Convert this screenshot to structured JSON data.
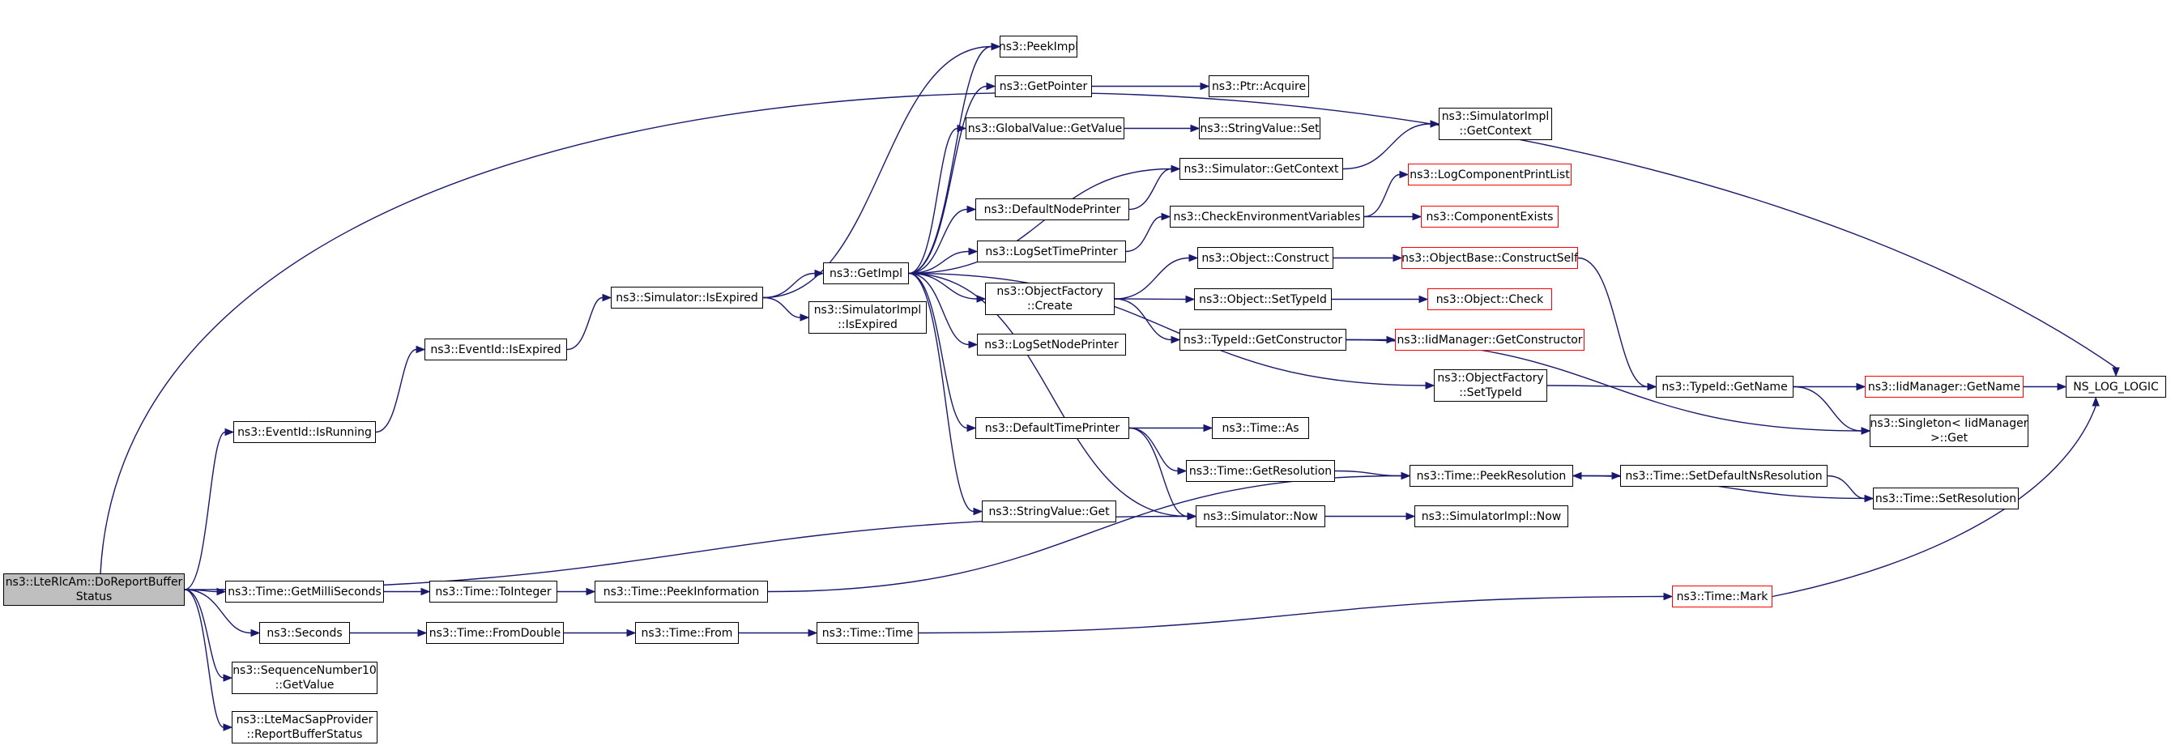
{
  "diagram": {
    "nodes": [
      {
        "id": "root",
        "lines": [
          "ns3::LteRlcAm::DoReportBuffer",
          "Status"
        ],
        "style": "root"
      },
      {
        "id": "isRunning",
        "lines": [
          "ns3::EventId::IsRunning"
        ],
        "style": "normal"
      },
      {
        "id": "getMilli",
        "lines": [
          "ns3::Time::GetMilliSeconds"
        ],
        "style": "normal"
      },
      {
        "id": "seconds",
        "lines": [
          "ns3::Seconds"
        ],
        "style": "normal"
      },
      {
        "id": "seqGetValue",
        "lines": [
          "ns3::SequenceNumber10",
          "::GetValue"
        ],
        "style": "normal"
      },
      {
        "id": "reportBuffer",
        "lines": [
          "ns3::LteMacSapProvider",
          "::ReportBufferStatus"
        ],
        "style": "normal"
      },
      {
        "id": "eventIsExpired",
        "lines": [
          "ns3::EventId::IsExpired"
        ],
        "style": "normal"
      },
      {
        "id": "toInteger",
        "lines": [
          "ns3::Time::ToInteger"
        ],
        "style": "normal"
      },
      {
        "id": "fromDouble",
        "lines": [
          "ns3::Time::FromDouble"
        ],
        "style": "normal"
      },
      {
        "id": "simIsExpired",
        "lines": [
          "ns3::Simulator::IsExpired"
        ],
        "style": "normal"
      },
      {
        "id": "peekInfo",
        "lines": [
          "ns3::Time::PeekInformation"
        ],
        "style": "normal"
      },
      {
        "id": "timeFrom",
        "lines": [
          "ns3::Time::From"
        ],
        "style": "normal"
      },
      {
        "id": "getImpl",
        "lines": [
          "ns3::GetImpl"
        ],
        "style": "normal"
      },
      {
        "id": "simImplIsExpired",
        "lines": [
          "ns3::SimulatorImpl",
          "::IsExpired"
        ],
        "style": "normal"
      },
      {
        "id": "timeTime",
        "lines": [
          "ns3::Time::Time"
        ],
        "style": "normal"
      },
      {
        "id": "peekImpl",
        "lines": [
          "ns3::PeekImpl"
        ],
        "style": "normal"
      },
      {
        "id": "getPointer",
        "lines": [
          "ns3::GetPointer"
        ],
        "style": "normal"
      },
      {
        "id": "gvGetValue",
        "lines": [
          "ns3::GlobalValue::GetValue"
        ],
        "style": "normal"
      },
      {
        "id": "defaultNodePrinter",
        "lines": [
          "ns3::DefaultNodePrinter"
        ],
        "style": "normal"
      },
      {
        "id": "logSetTimePrinter",
        "lines": [
          "ns3::LogSetTimePrinter"
        ],
        "style": "normal"
      },
      {
        "id": "ofCreate",
        "lines": [
          "ns3::ObjectFactory",
          "::Create"
        ],
        "style": "normal"
      },
      {
        "id": "logSetNodePrinter",
        "lines": [
          "ns3::LogSetNodePrinter"
        ],
        "style": "normal"
      },
      {
        "id": "defaultTimePrinter",
        "lines": [
          "ns3::DefaultTimePrinter"
        ],
        "style": "normal"
      },
      {
        "id": "svGet",
        "lines": [
          "ns3::StringValue::Get"
        ],
        "style": "normal"
      },
      {
        "id": "ptrAcquire",
        "lines": [
          "ns3::Ptr::Acquire"
        ],
        "style": "normal"
      },
      {
        "id": "svSet",
        "lines": [
          "ns3::StringValue::Set"
        ],
        "style": "normal"
      },
      {
        "id": "simGetContext",
        "lines": [
          "ns3::Simulator::GetContext"
        ],
        "style": "normal"
      },
      {
        "id": "checkEnv",
        "lines": [
          "ns3::CheckEnvironmentVariables"
        ],
        "style": "normal"
      },
      {
        "id": "objConstruct",
        "lines": [
          "ns3::Object::Construct"
        ],
        "style": "normal"
      },
      {
        "id": "objSetTypeId",
        "lines": [
          "ns3::Object::SetTypeId"
        ],
        "style": "normal"
      },
      {
        "id": "tidGetConstructor",
        "lines": [
          "ns3::TypeId::GetConstructor"
        ],
        "style": "normal"
      },
      {
        "id": "timeAs",
        "lines": [
          "ns3::Time::As"
        ],
        "style": "normal"
      },
      {
        "id": "timeGetResolution",
        "lines": [
          "ns3::Time::GetResolution"
        ],
        "style": "normal"
      },
      {
        "id": "simNow",
        "lines": [
          "ns3::Simulator::Now"
        ],
        "style": "normal"
      },
      {
        "id": "simImplGetContext",
        "lines": [
          "ns3::SimulatorImpl",
          "::GetContext"
        ],
        "style": "normal"
      },
      {
        "id": "logCompPrintList",
        "lines": [
          "ns3::LogComponentPrintList"
        ],
        "style": "red"
      },
      {
        "id": "componentExists",
        "lines": [
          "ns3::ComponentExists"
        ],
        "style": "red"
      },
      {
        "id": "obConstructSelf",
        "lines": [
          "ns3::ObjectBase::ConstructSelf"
        ],
        "style": "red"
      },
      {
        "id": "objCheck",
        "lines": [
          "ns3::Object::Check"
        ],
        "style": "red"
      },
      {
        "id": "iidGetConstructor",
        "lines": [
          "ns3::IidManager::GetConstructor"
        ],
        "style": "red"
      },
      {
        "id": "ofSetTypeId",
        "lines": [
          "ns3::ObjectFactory",
          "::SetTypeId"
        ],
        "style": "normal"
      },
      {
        "id": "peekResolution",
        "lines": [
          "ns3::Time::PeekResolution"
        ],
        "style": "normal"
      },
      {
        "id": "simImplNow",
        "lines": [
          "ns3::SimulatorImpl::Now"
        ],
        "style": "normal"
      },
      {
        "id": "timeMark",
        "lines": [
          "ns3::Time::Mark"
        ],
        "style": "red"
      },
      {
        "id": "tidGetName",
        "lines": [
          "ns3::TypeId::GetName"
        ],
        "style": "normal"
      },
      {
        "id": "setDefaultNsRes",
        "lines": [
          "ns3::Time::SetDefaultNsResolution"
        ],
        "style": "normal"
      },
      {
        "id": "iidGetName",
        "lines": [
          "ns3::IidManager::GetName"
        ],
        "style": "red"
      },
      {
        "id": "singletonGet",
        "lines": [
          "ns3::Singleton< IidManager",
          " >::Get"
        ],
        "style": "normal"
      },
      {
        "id": "setResolution",
        "lines": [
          "ns3::Time::SetResolution"
        ],
        "style": "normal"
      },
      {
        "id": "nsLogLogic",
        "lines": [
          "NS_LOG_LOGIC"
        ],
        "style": "normal"
      }
    ],
    "edges": [
      [
        "root",
        "nsLogLogic"
      ],
      [
        "root",
        "isRunning"
      ],
      [
        "root",
        "simNow"
      ],
      [
        "root",
        "getMilli"
      ],
      [
        "root",
        "seconds"
      ],
      [
        "root",
        "seqGetValue"
      ],
      [
        "root",
        "reportBuffer"
      ],
      [
        "isRunning",
        "eventIsExpired"
      ],
      [
        "eventIsExpired",
        "simIsExpired"
      ],
      [
        "simIsExpired",
        "getImpl"
      ],
      [
        "simIsExpired",
        "peekImpl"
      ],
      [
        "simIsExpired",
        "simImplIsExpired"
      ],
      [
        "getImpl",
        "peekImpl"
      ],
      [
        "getImpl",
        "getPointer"
      ],
      [
        "getImpl",
        "gvGetValue"
      ],
      [
        "getImpl",
        "simGetContext"
      ],
      [
        "getImpl",
        "defaultNodePrinter"
      ],
      [
        "getImpl",
        "logSetTimePrinter"
      ],
      [
        "getImpl",
        "ofCreate"
      ],
      [
        "getImpl",
        "logSetNodePrinter"
      ],
      [
        "getImpl",
        "ofSetTypeId"
      ],
      [
        "getImpl",
        "defaultTimePrinter"
      ],
      [
        "getImpl",
        "simNow"
      ],
      [
        "getImpl",
        "svGet"
      ],
      [
        "getPointer",
        "ptrAcquire"
      ],
      [
        "gvGetValue",
        "svSet"
      ],
      [
        "simGetContext",
        "simImplGetContext"
      ],
      [
        "defaultNodePrinter",
        "simGetContext"
      ],
      [
        "logSetTimePrinter",
        "checkEnv"
      ],
      [
        "checkEnv",
        "logCompPrintList"
      ],
      [
        "checkEnv",
        "componentExists"
      ],
      [
        "ofCreate",
        "objConstruct"
      ],
      [
        "ofCreate",
        "objSetTypeId"
      ],
      [
        "ofCreate",
        "tidGetConstructor"
      ],
      [
        "objConstruct",
        "obConstructSelf"
      ],
      [
        "objSetTypeId",
        "objCheck"
      ],
      [
        "tidGetConstructor",
        "iidGetConstructor"
      ],
      [
        "tidGetConstructor",
        "singletonGet"
      ],
      [
        "obConstructSelf",
        "tidGetName"
      ],
      [
        "ofSetTypeId",
        "tidGetName"
      ],
      [
        "tidGetName",
        "iidGetName"
      ],
      [
        "tidGetName",
        "singletonGet"
      ],
      [
        "iidGetName",
        "nsLogLogic"
      ],
      [
        "defaultTimePrinter",
        "timeAs"
      ],
      [
        "defaultTimePrinter",
        "timeGetResolution"
      ],
      [
        "defaultTimePrinter",
        "simNow"
      ],
      [
        "timeGetResolution",
        "peekResolution"
      ],
      [
        "simNow",
        "simImplNow"
      ],
      [
        "peekResolution",
        "setDefaultNsRes"
      ],
      [
        "setDefaultNsRes",
        "setResolution"
      ],
      [
        "setResolution",
        "peekResolution"
      ],
      [
        "getMilli",
        "toInteger"
      ],
      [
        "toInteger",
        "peekInfo"
      ],
      [
        "peekInfo",
        "peekResolution"
      ],
      [
        "seconds",
        "fromDouble"
      ],
      [
        "fromDouble",
        "timeFrom"
      ],
      [
        "timeFrom",
        "timeTime"
      ],
      [
        "timeTime",
        "timeMark"
      ],
      [
        "timeMark",
        "nsLogLogic"
      ]
    ]
  }
}
